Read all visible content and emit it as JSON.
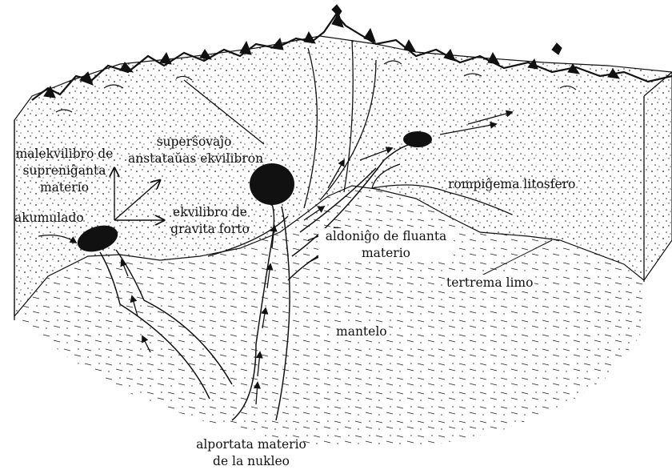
{
  "labels": {
    "imbalance": [
      "malekvilibro de",
      "supreniĝanta",
      "materio",
      "akumulado"
    ],
    "superposed": [
      "superŝovaĵo",
      "anstataŭas ekvilibron"
    ],
    "gravity": [
      "ekvilibro de",
      "gravita forto"
    ],
    "rupture": "rompiĝema litosfero",
    "inflow": [
      "aldoniĝo de fluanta",
      "materio"
    ],
    "earth_silt": "tertrema limo",
    "mantle": "mantelo",
    "core": [
      "alportata materio",
      "de la nukleo"
    ]
  },
  "colors": {
    "ink": "#111111",
    "paper": "#ffffff"
  }
}
